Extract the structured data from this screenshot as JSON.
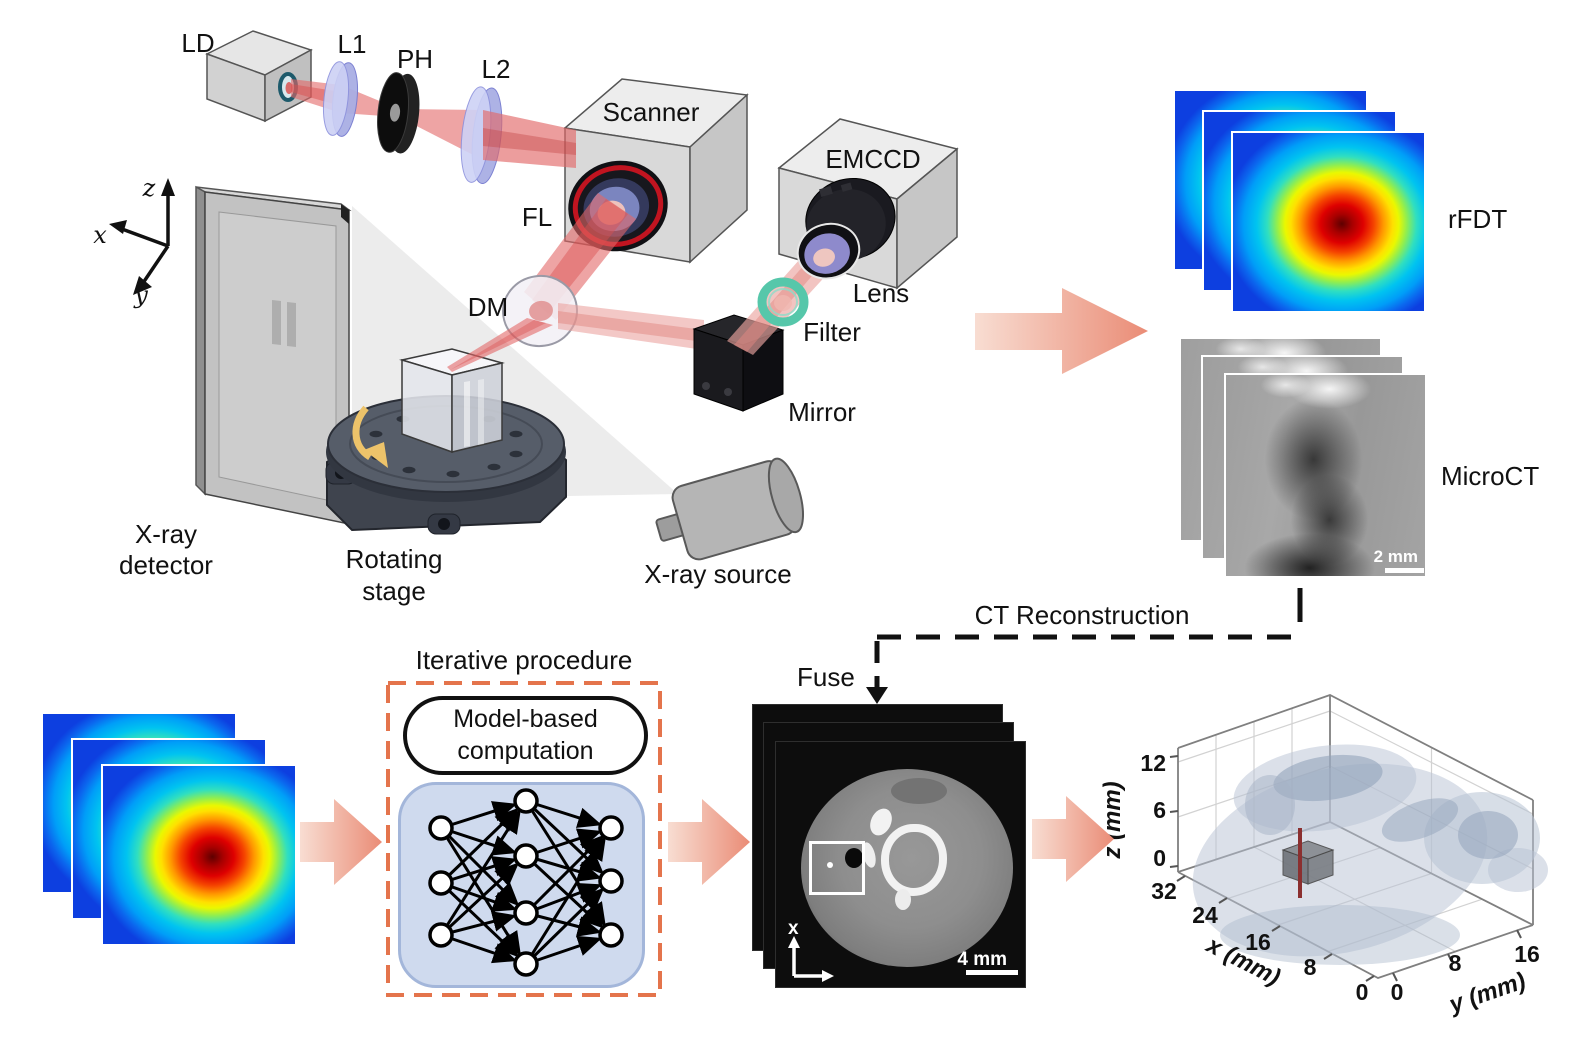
{
  "optical": {
    "ld": "LD",
    "l1": "L1",
    "ph": "PH",
    "l2": "L2",
    "scanner": "Scanner",
    "fl": "FL",
    "dm": "DM",
    "emccd": "EMCCD",
    "lens": "Lens",
    "filter": "Filter",
    "mirror": "Mirror",
    "xray_detector": [
      "X-ray",
      "detector"
    ],
    "rotating_stage": [
      "Rotating",
      "stage"
    ],
    "xray_source": "X-ray source",
    "axes": {
      "x": "x",
      "y": "y",
      "z": "z"
    }
  },
  "outputs": {
    "rfdt": "rFDT",
    "microct": "MicroCT",
    "microct_scalebar": "2 mm"
  },
  "pipeline": {
    "ct_reconstruction": "CT Reconstruction",
    "fuse": "Fuse",
    "iterative_title": "Iterative procedure",
    "model_box": [
      "Model-based",
      "computation"
    ]
  },
  "ct_slice": {
    "scalebar": "4 mm",
    "axis_x": "x"
  },
  "plot3d": {
    "xlabel": "x (mm)",
    "ylabel": "y (mm)",
    "zlabel": "z (mm)",
    "x_ticks": [
      "32",
      "24",
      "16",
      "8",
      "0"
    ],
    "y_ticks": [
      "0",
      "8",
      "16"
    ],
    "z_ticks": [
      "12",
      "6",
      "0"
    ]
  },
  "colors": {
    "flow_arrow_start": "#f8ddd2",
    "flow_arrow_end": "#ea8c76",
    "iteration_box_dash": "#e4744c",
    "nn_panel_fill": "#cfdaee",
    "nn_panel_border": "#a3b6da",
    "filter_ring": "#57c8aa",
    "beam": "#e26868",
    "lens_ring_red": "#c11420",
    "heatmap_colormap": "jet"
  }
}
